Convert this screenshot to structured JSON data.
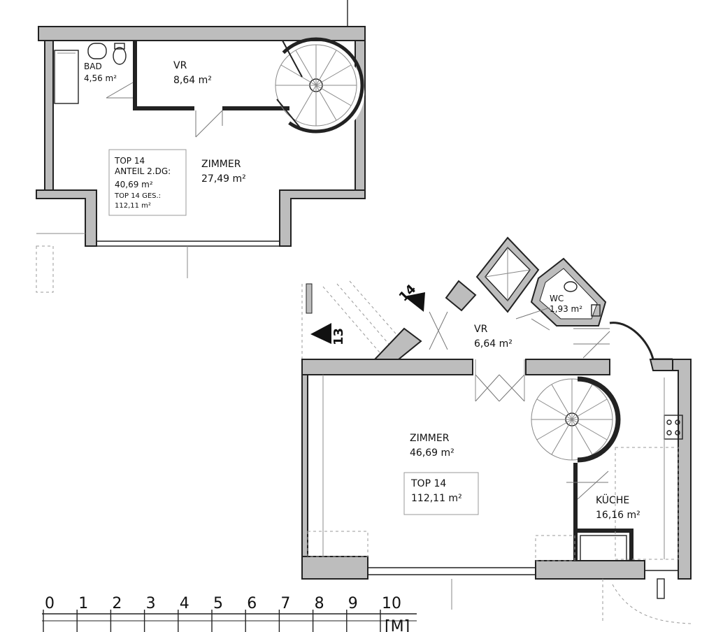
{
  "upper_floor": {
    "rooms": [
      {
        "name": "BAD",
        "area": "4,56 m²"
      },
      {
        "name": "VR",
        "area": "8,64 m²"
      },
      {
        "name": "ZIMMER",
        "area": "27,49 m²"
      }
    ],
    "info_box": {
      "line1": "TOP 14",
      "line2": "ANTEIL 2.DG:",
      "line3": "40,69 m²",
      "line4": "TOP 14 GES.:",
      "line5": "112,11 m²"
    }
  },
  "lower_floor": {
    "rooms": [
      {
        "name": "WC",
        "area": "1,93 m²"
      },
      {
        "name": "VR",
        "area": "6,64 m²"
      },
      {
        "name": "ZIMMER",
        "area": "46,69 m²"
      },
      {
        "name": "KÜCHE",
        "area": "16,16 m²"
      }
    ],
    "info_box": {
      "line1": "TOP 14",
      "line2": "112,11 m²"
    },
    "markers": [
      "14",
      "13"
    ]
  },
  "scale_bar": {
    "ticks": [
      "0",
      "1",
      "2",
      "3",
      "4",
      "5",
      "6",
      "7",
      "8",
      "9",
      "10"
    ],
    "unit": "[M]"
  }
}
